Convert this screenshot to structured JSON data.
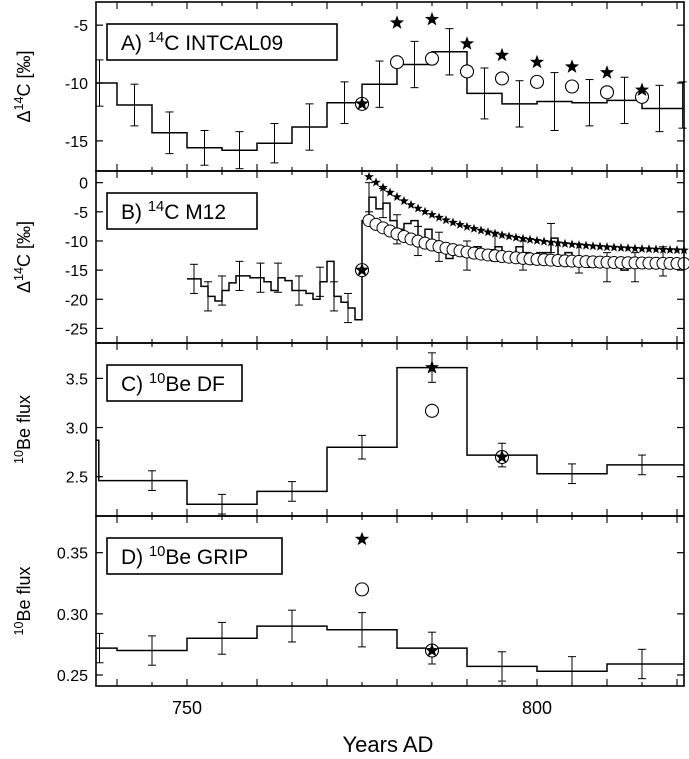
{
  "figure": {
    "xlabel": "Years AD",
    "x_ticks": [
      750,
      800
    ],
    "xlim": [
      737,
      821
    ]
  },
  "chart_data": [
    {
      "type": "step",
      "panel_label_prefix": "A)",
      "panel_label_sup": "14",
      "panel_label_suffix": "C INTCAL09",
      "ylabel_prefix": "Δ",
      "ylabel_sup": "14",
      "ylabel_suffix": "C [‰]",
      "ylim": [
        -17.6,
        -3
      ],
      "y_ticks": [
        -5,
        -10,
        -15
      ],
      "step": {
        "edges": [
          737,
          740,
          745,
          750,
          755,
          760,
          765,
          770,
          775,
          780,
          785,
          790,
          795,
          800,
          805,
          810,
          815,
          821
        ],
        "values": [
          -10,
          -11.9,
          -14.3,
          -15.6,
          -15.8,
          -15.2,
          -13.8,
          -11.7,
          -10.1,
          -8.4,
          -7.3,
          -10.9,
          -11.8,
          -11.6,
          -11.7,
          -11.5,
          -12.2
        ]
      },
      "errorbars": [
        {
          "x": 737.5,
          "y": -10,
          "err": 2
        },
        {
          "x": 742.5,
          "y": -11.9,
          "err": 1.8
        },
        {
          "x": 747.5,
          "y": -14.3,
          "err": 1.8
        },
        {
          "x": 752.5,
          "y": -15.6,
          "err": 1.5
        },
        {
          "x": 757.5,
          "y": -15.8,
          "err": 1.6
        },
        {
          "x": 762.5,
          "y": -15.2,
          "err": 1.7
        },
        {
          "x": 767.5,
          "y": -13.8,
          "err": 2
        },
        {
          "x": 772.5,
          "y": -11.7,
          "err": 1.8
        },
        {
          "x": 777.5,
          "y": -10.1,
          "err": 2
        },
        {
          "x": 782.5,
          "y": -8.4,
          "err": 2
        },
        {
          "x": 787.5,
          "y": -7.3,
          "err": 2
        },
        {
          "x": 792.5,
          "y": -10.9,
          "err": 2.2
        },
        {
          "x": 797.5,
          "y": -11.8,
          "err": 2
        },
        {
          "x": 802.5,
          "y": -11.6,
          "err": 2.5
        },
        {
          "x": 807.5,
          "y": -11.7,
          "err": 2
        },
        {
          "x": 812.5,
          "y": -11.5,
          "err": 2
        },
        {
          "x": 817.5,
          "y": -12.2,
          "err": 2
        },
        {
          "x": 820.8,
          "y": -11.9,
          "err": 2
        }
      ],
      "stars": [
        {
          "x": 775,
          "y": -11.8
        },
        {
          "x": 780,
          "y": -4.8
        },
        {
          "x": 785,
          "y": -4.5
        },
        {
          "x": 790,
          "y": -6.6
        },
        {
          "x": 795,
          "y": -7.6
        },
        {
          "x": 800,
          "y": -8.2
        },
        {
          "x": 805,
          "y": -8.6
        },
        {
          "x": 810,
          "y": -9.1
        },
        {
          "x": 815,
          "y": -10.6
        }
      ],
      "circles": [
        {
          "x": 775,
          "y": -11.8
        },
        {
          "x": 780,
          "y": -8.2
        },
        {
          "x": 785,
          "y": -7.9
        },
        {
          "x": 790,
          "y": -9
        },
        {
          "x": 795,
          "y": -9.6
        },
        {
          "x": 800,
          "y": -9.9
        },
        {
          "x": 805,
          "y": -10.3
        },
        {
          "x": 810,
          "y": -10.8
        },
        {
          "x": 815,
          "y": -11.2
        }
      ]
    },
    {
      "type": "step",
      "panel_label_prefix": "B)",
      "panel_label_sup": "14",
      "panel_label_suffix": "C M12",
      "ylabel_prefix": "Δ",
      "ylabel_sup": "14",
      "ylabel_suffix": "C [‰]",
      "ylim": [
        -27.5,
        2
      ],
      "y_ticks": [
        0,
        -5,
        -10,
        -15,
        -20,
        -25
      ],
      "step": {
        "edges": [
          750,
          752,
          753,
          754,
          755,
          756,
          757,
          758,
          759,
          760,
          761,
          762,
          763,
          764,
          765,
          766,
          767,
          768,
          769,
          770,
          771,
          772,
          773,
          774,
          775,
          776,
          777,
          778,
          779,
          780,
          781,
          782,
          783,
          784,
          785,
          786,
          787,
          788,
          789,
          790,
          791,
          792,
          793,
          794,
          795,
          796,
          797,
          798,
          799,
          800,
          801,
          802,
          803,
          804,
          805,
          806,
          807,
          808,
          809,
          810,
          811,
          812,
          813,
          814,
          815,
          816,
          817,
          818,
          819,
          820,
          821
        ],
        "values": [
          -16.5,
          -17.8,
          -19.5,
          -20.3,
          -18.5,
          -17.2,
          -16,
          -16,
          -16.3,
          -16.3,
          -17,
          -18.5,
          -16.3,
          -16.8,
          -18.5,
          -18.5,
          -19,
          -20,
          -17,
          -13.5,
          -19.5,
          -20.5,
          -21.5,
          -23.5,
          -6.5,
          -2.5,
          -4.5,
          -3.5,
          -6.5,
          -8,
          -7,
          -6.5,
          -10,
          -8,
          -10,
          -11,
          -13,
          -11,
          -11.5,
          -12.5,
          -11,
          -12,
          -11.5,
          -11,
          -12,
          -12.5,
          -11,
          -12,
          -12.5,
          -12,
          -12,
          -9.5,
          -12.5,
          -12,
          -13.5,
          -13,
          -14.5,
          -14,
          -14,
          -14.5,
          -14.5,
          -15,
          -14,
          -14.5,
          -13.5,
          -14,
          -14,
          -13.5,
          -13.5,
          -13.5
        ]
      },
      "errorbars": [
        {
          "x": 751,
          "y": -16.5,
          "err": 2.5
        },
        {
          "x": 753,
          "y": -19.5,
          "err": 2.5
        },
        {
          "x": 755,
          "y": -18.5,
          "err": 2.5
        },
        {
          "x": 757.5,
          "y": -16,
          "err": 2.5
        },
        {
          "x": 760.5,
          "y": -16.3,
          "err": 2.5
        },
        {
          "x": 763,
          "y": -16.3,
          "err": 2.5
        },
        {
          "x": 766,
          "y": -18.5,
          "err": 2.5
        },
        {
          "x": 769,
          "y": -17,
          "err": 2.5
        },
        {
          "x": 771,
          "y": -19.5,
          "err": 2.5
        },
        {
          "x": 773,
          "y": -21.5,
          "err": 2.5
        },
        {
          "x": 776,
          "y": -2.5,
          "err": 2.5
        },
        {
          "x": 778,
          "y": -3.5,
          "err": 2.5
        },
        {
          "x": 780,
          "y": -8,
          "err": 2.5
        },
        {
          "x": 783,
          "y": -10,
          "err": 2.5
        },
        {
          "x": 786,
          "y": -11,
          "err": 2.5
        },
        {
          "x": 790,
          "y": -12.5,
          "err": 2.5
        },
        {
          "x": 794,
          "y": -11,
          "err": 2.5
        },
        {
          "x": 798,
          "y": -12.5,
          "err": 2.5
        },
        {
          "x": 802,
          "y": -9.5,
          "err": 2.5
        },
        {
          "x": 806,
          "y": -13,
          "err": 2.5
        },
        {
          "x": 810,
          "y": -14.5,
          "err": 2.5
        },
        {
          "x": 814,
          "y": -14.5,
          "err": 2.5
        },
        {
          "x": 818,
          "y": -13.5,
          "err": 2.5
        }
      ],
      "stars": [
        {
          "x": 775,
          "y": -15
        }
      ],
      "circles": [
        {
          "x": 775,
          "y": -15
        }
      ],
      "star_curve": {
        "x_start": 776,
        "x_end": 821,
        "step": 1,
        "y_peak": 1,
        "y_tail": -12,
        "decay": 13
      },
      "circle_curve": {
        "x_start": 776,
        "x_end": 821,
        "step": 1,
        "y_peak": -6.5,
        "y_tail": -14,
        "decay": 11
      }
    },
    {
      "type": "step",
      "panel_label_prefix": "C)",
      "panel_label_sup": "10",
      "panel_label_suffix": "Be DF",
      "ylabel_prefix": "",
      "ylabel_sup": "10",
      "ylabel_suffix": "Be flux",
      "ylim": [
        2.1,
        3.86
      ],
      "y_ticks": [
        2.5,
        3.0,
        3.5
      ],
      "y_tick_labels": [
        "2.5",
        "3.0",
        "3.5"
      ],
      "step": {
        "edges": [
          737,
          737.4,
          750,
          760,
          770,
          780,
          790,
          800,
          810,
          821
        ],
        "values": [
          2.87,
          2.46,
          2.22,
          2.35,
          2.8,
          3.61,
          2.72,
          2.53,
          2.62
        ]
      },
      "errorbars": [
        {
          "x": 745,
          "y": 2.46,
          "err": 0.1
        },
        {
          "x": 755,
          "y": 2.22,
          "err": 0.1
        },
        {
          "x": 765,
          "y": 2.35,
          "err": 0.1
        },
        {
          "x": 775,
          "y": 2.8,
          "err": 0.12
        },
        {
          "x": 785,
          "y": 3.61,
          "err": 0.15
        },
        {
          "x": 795,
          "y": 2.72,
          "err": 0.12
        },
        {
          "x": 805,
          "y": 2.53,
          "err": 0.1
        },
        {
          "x": 815,
          "y": 2.62,
          "err": 0.1
        }
      ],
      "stars": [
        {
          "x": 785,
          "y": 3.61
        },
        {
          "x": 795,
          "y": 2.7
        }
      ],
      "circles": [
        {
          "x": 785,
          "y": 3.17
        },
        {
          "x": 795,
          "y": 2.7
        }
      ]
    },
    {
      "type": "step",
      "panel_label_prefix": "D)",
      "panel_label_sup": "10",
      "panel_label_suffix": "Be GRIP",
      "ylabel_prefix": "",
      "ylabel_sup": "10",
      "ylabel_suffix": "Be flux",
      "ylim": [
        0.241,
        0.38
      ],
      "y_ticks": [
        0.25,
        0.3,
        0.35
      ],
      "y_tick_labels": [
        "0.25",
        "0.30",
        "0.35"
      ],
      "step": {
        "edges": [
          737,
          740,
          750,
          760,
          770,
          780,
          790,
          800,
          810,
          821
        ],
        "values": [
          0.272,
          0.27,
          0.28,
          0.29,
          0.287,
          0.272,
          0.257,
          0.253,
          0.259
        ]
      },
      "errorbars": [
        {
          "x": 737.5,
          "y": 0.272,
          "err": 0.012
        },
        {
          "x": 745,
          "y": 0.27,
          "err": 0.012
        },
        {
          "x": 755,
          "y": 0.28,
          "err": 0.013
        },
        {
          "x": 765,
          "y": 0.29,
          "err": 0.013
        },
        {
          "x": 775,
          "y": 0.287,
          "err": 0.014
        },
        {
          "x": 785,
          "y": 0.272,
          "err": 0.013
        },
        {
          "x": 795,
          "y": 0.257,
          "err": 0.012
        },
        {
          "x": 805,
          "y": 0.253,
          "err": 0.012
        },
        {
          "x": 815,
          "y": 0.259,
          "err": 0.012
        }
      ],
      "stars": [
        {
          "x": 775,
          "y": 0.361
        },
        {
          "x": 785,
          "y": 0.27
        }
      ],
      "circles": [
        {
          "x": 775,
          "y": 0.32
        },
        {
          "x": 785,
          "y": 0.27
        }
      ]
    }
  ]
}
